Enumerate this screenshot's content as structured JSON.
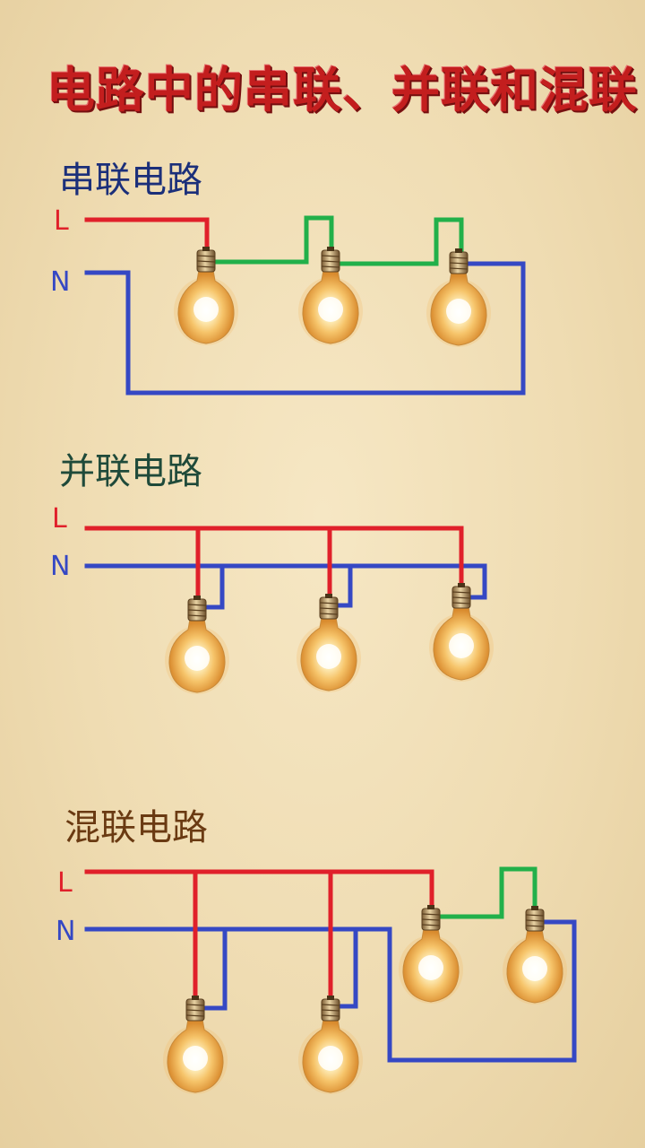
{
  "title": "电路中的串联、并联和混联",
  "sections": {
    "series": {
      "label": "串联电路"
    },
    "parallel": {
      "label": "并联电路"
    },
    "mixed": {
      "label": "混联电路"
    }
  },
  "terminals": {
    "live": "L",
    "neutral": "N"
  },
  "colors": {
    "live_wire": "#e0202a",
    "neutral_wire": "#3548c4",
    "link_wire": "#22b04a",
    "title": "#c31e1e",
    "bulb_glow": "#fff6d8"
  },
  "icons": {
    "bulb": "light-bulb-icon"
  }
}
